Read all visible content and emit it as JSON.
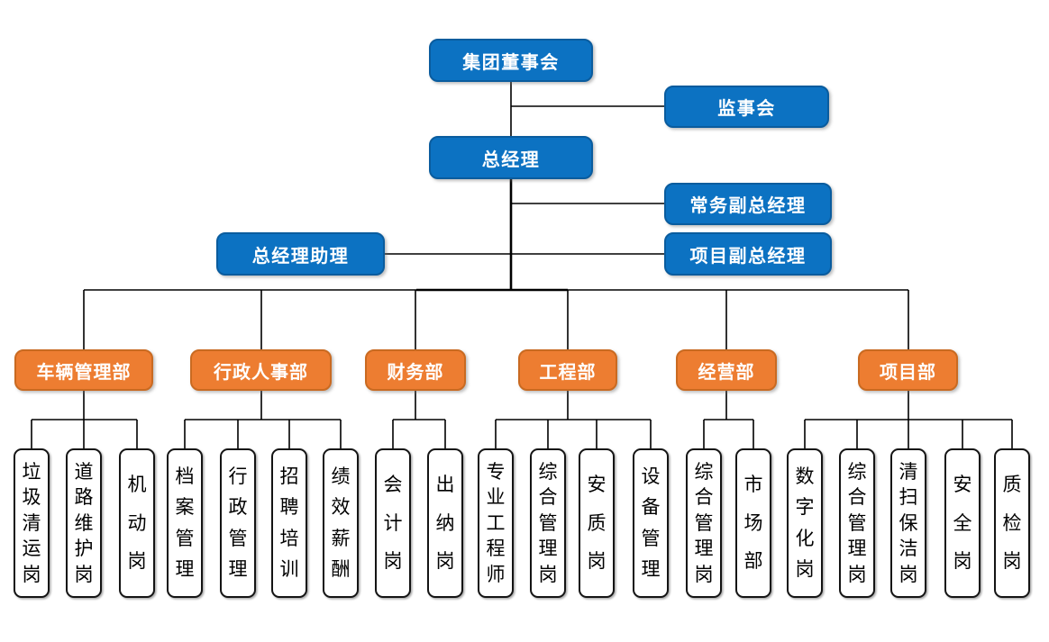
{
  "org": {
    "root": {
      "label": "集团董事会"
    },
    "supervisory": {
      "label": "监事会"
    },
    "general_manager": {
      "label": "总经理"
    },
    "deputies": {
      "executive_deputy_gm": {
        "label": "常务副总经理"
      },
      "gm_assistant": {
        "label": "总经理助理"
      },
      "project_deputy_gm": {
        "label": "项目副总经理"
      }
    },
    "departments": [
      {
        "label": "车辆管理部",
        "positions": [
          "垃圾清运岗",
          "道路维护岗",
          "机动岗"
        ]
      },
      {
        "label": "行政人事部",
        "positions": [
          "档案管理",
          "行政管理",
          "招聘培训",
          "绩效薪酬"
        ]
      },
      {
        "label": "财务部",
        "positions": [
          "会计岗",
          "出纳岗"
        ]
      },
      {
        "label": "工程部",
        "positions": [
          "专业工程师",
          "综合管理岗",
          "安质岗",
          "设备管理"
        ]
      },
      {
        "label": "经营部",
        "positions": [
          "综合管理岗",
          "市场部"
        ]
      },
      {
        "label": "项目部",
        "positions": [
          "数字化岗",
          "综合管理岗",
          "清扫保洁岗",
          "安全岗",
          "质检岗"
        ]
      }
    ],
    "colors": {
      "primary_blue": "#0C72C2",
      "blue_border": "#0A5C9E",
      "accent_orange": "#ED7D31",
      "orange_border": "#C96A21",
      "connector": "#000000",
      "position_border": "#141414"
    }
  }
}
